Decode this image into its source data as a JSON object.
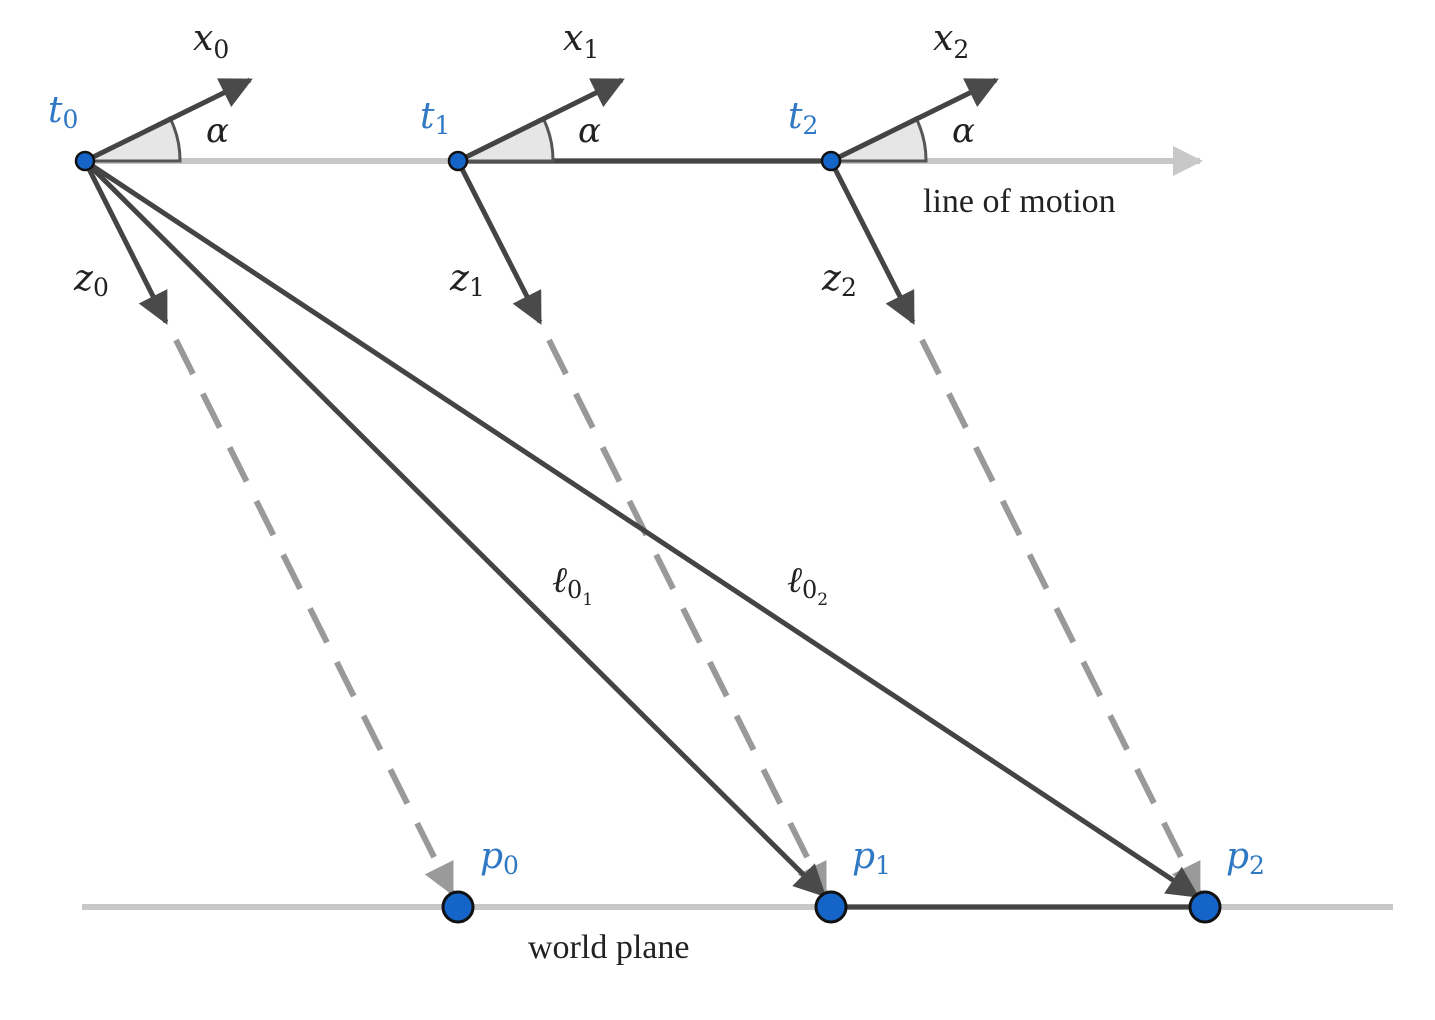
{
  "colors": {
    "background": "#ffffff",
    "accent_blue": "#2f78c4",
    "point_fill": "#1565c8",
    "dark_line": "#444444",
    "light_line": "#c8c8c8",
    "dashed_line": "#999999",
    "angle_fill": "#e6e6e6"
  },
  "labels": {
    "t0": {
      "base": "t",
      "sub": "0"
    },
    "t1": {
      "base": "t",
      "sub": "1"
    },
    "t2": {
      "base": "t",
      "sub": "2"
    },
    "x0": {
      "base": "x",
      "sub": "0"
    },
    "x1": {
      "base": "x",
      "sub": "1"
    },
    "x2": {
      "base": "x",
      "sub": "2"
    },
    "z0": {
      "base": "z",
      "sub": "0"
    },
    "z1": {
      "base": "z",
      "sub": "1"
    },
    "z2": {
      "base": "z",
      "sub": "2"
    },
    "p0": {
      "base": "p",
      "sub": "0"
    },
    "p1": {
      "base": "p",
      "sub": "1"
    },
    "p2": {
      "base": "p",
      "sub": "2"
    },
    "alpha": "α",
    "ell": "ℓ",
    "l01": {
      "sub": "0",
      "subsub": "1"
    },
    "l02": {
      "sub": "0",
      "subsub": "2"
    },
    "line_of_motion": "line of motion",
    "world_plane": "world plane"
  }
}
